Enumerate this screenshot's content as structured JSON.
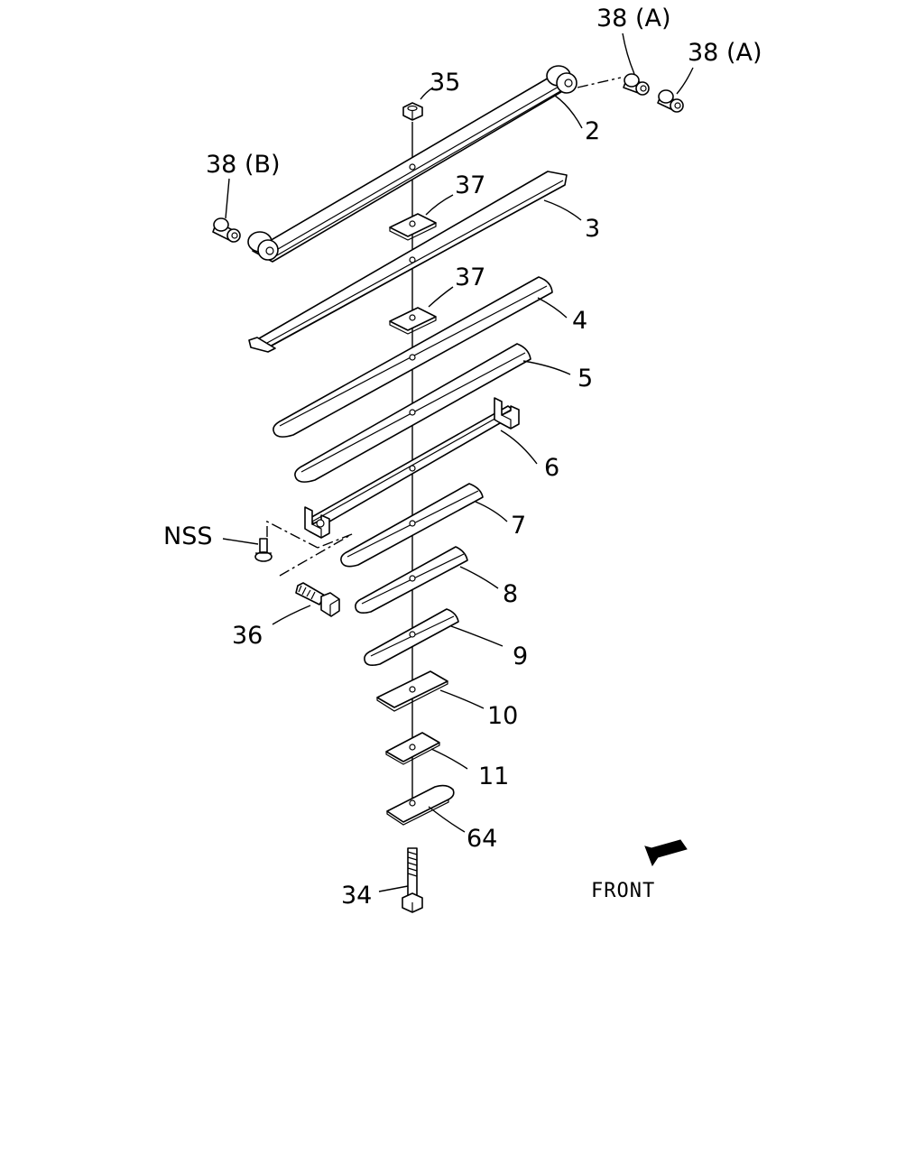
{
  "labels": {
    "l38a_top": "38 (A)",
    "l38a_right": "38 (A)",
    "l35": "35",
    "l2": "2",
    "l38b": "38 (B)",
    "l37_upper": "37",
    "l3": "3",
    "l37_lower": "37",
    "l4": "4",
    "l5": "5",
    "l6": "6",
    "l7": "7",
    "lnss": "NSS",
    "l8": "8",
    "l36": "36",
    "l9": "9",
    "l10": "10",
    "l11": "11",
    "l64": "64",
    "l34": "34",
    "front": "FRONT"
  }
}
